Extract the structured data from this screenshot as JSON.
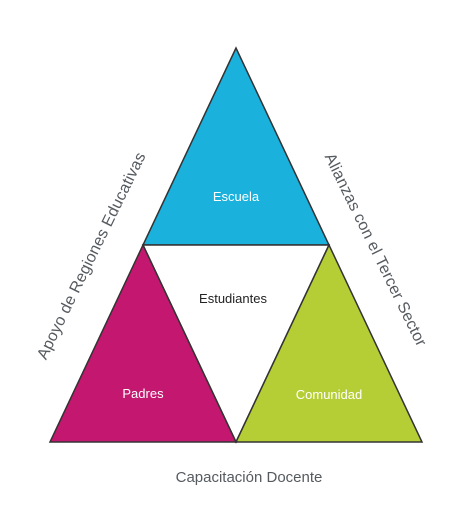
{
  "diagram": {
    "top_triangle": {
      "label": "Escuela",
      "color": "#1ab1dc"
    },
    "center_triangle": {
      "label": "Estudiantes",
      "color": "#ffffff"
    },
    "left_triangle": {
      "label": "Padres",
      "color": "#c4176f"
    },
    "right_triangle": {
      "label": "Comunidad",
      "color": "#b6ce35"
    },
    "left_side_label": "Apoyo de Regiones Educativas",
    "right_side_label": "Alianzas con el Tercer Sector",
    "bottom_label": "Capacitación Docente",
    "outline_color": "#333333"
  }
}
